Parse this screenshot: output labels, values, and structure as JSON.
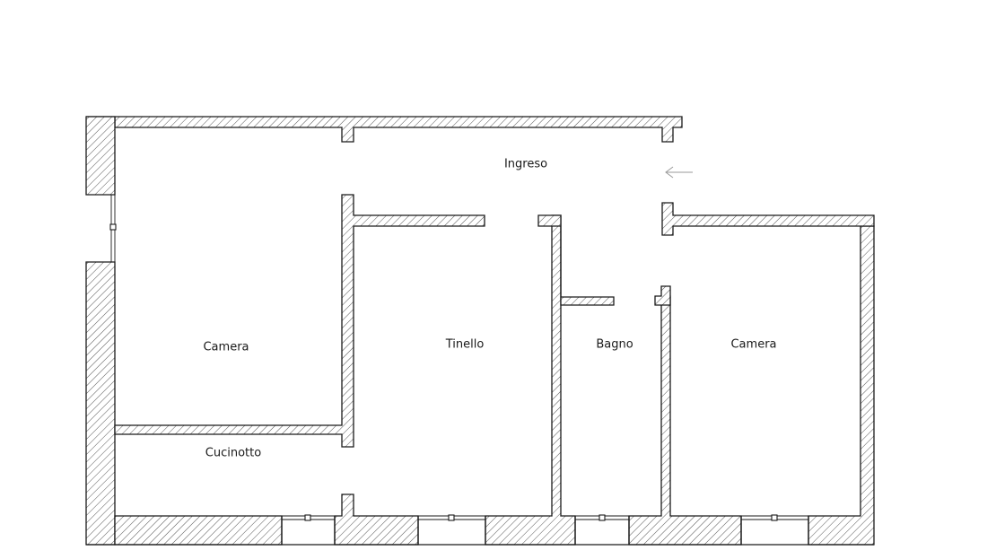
{
  "rooms": {
    "ingreso": "Ingreso",
    "camera_left": "Camera",
    "tinello": "Tinello",
    "bagno": "Bagno",
    "camera_right": "Camera",
    "cucinotto": "Cucinotto"
  },
  "colors": {
    "line": "#1a1a1a",
    "hatch": "#555555",
    "arrow": "#9a9a9a",
    "background": "#ffffff"
  },
  "icons": {
    "entrance": "arrow-left-icon"
  }
}
